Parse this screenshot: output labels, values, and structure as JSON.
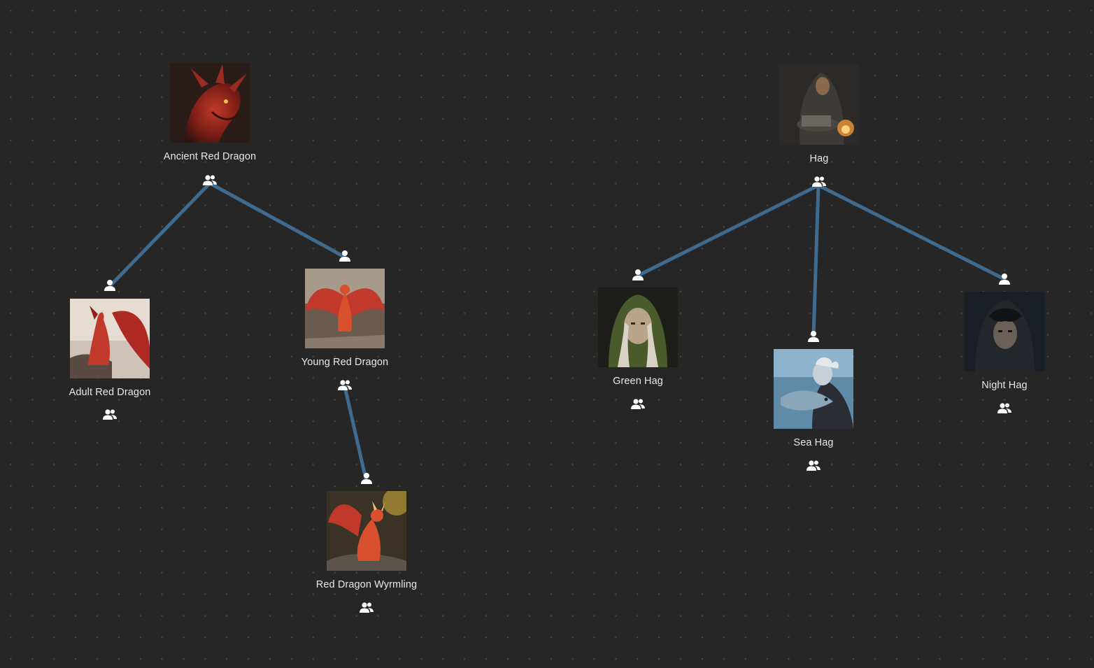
{
  "colors": {
    "background": "#262626",
    "grid_dot": "#4a4a4a",
    "connector": "#3f6b91",
    "label": "#e8e8e8",
    "handle_icon": "#ffffff"
  },
  "icons": {
    "child_handle": "person-icon",
    "parent_handle": "people-icon"
  },
  "nodes": {
    "ancient_red_dragon": {
      "label": "Ancient Red Dragon",
      "image": "red-dragon-portrait"
    },
    "adult_red_dragon": {
      "label": "Adult Red Dragon",
      "image": "red-dragon-perched"
    },
    "young_red_dragon": {
      "label": "Young Red Dragon",
      "image": "red-dragon-wings-spread"
    },
    "red_dragon_wyrmling": {
      "label": "Red Dragon Wyrmling",
      "image": "red-dragon-small"
    },
    "hag": {
      "label": "Hag",
      "image": "hooded-hag-cauldron"
    },
    "green_hag": {
      "label": "Green Hag",
      "image": "green-hag-portrait"
    },
    "sea_hag": {
      "label": "Sea Hag",
      "image": "sea-hag-with-fish"
    },
    "night_hag": {
      "label": "Night Hag",
      "image": "night-hag-hooded"
    }
  },
  "edges": [
    {
      "from": "ancient_red_dragon",
      "to": "adult_red_dragon"
    },
    {
      "from": "ancient_red_dragon",
      "to": "young_red_dragon"
    },
    {
      "from": "young_red_dragon",
      "to": "red_dragon_wyrmling"
    },
    {
      "from": "hag",
      "to": "green_hag"
    },
    {
      "from": "hag",
      "to": "sea_hag"
    },
    {
      "from": "hag",
      "to": "night_hag"
    }
  ]
}
